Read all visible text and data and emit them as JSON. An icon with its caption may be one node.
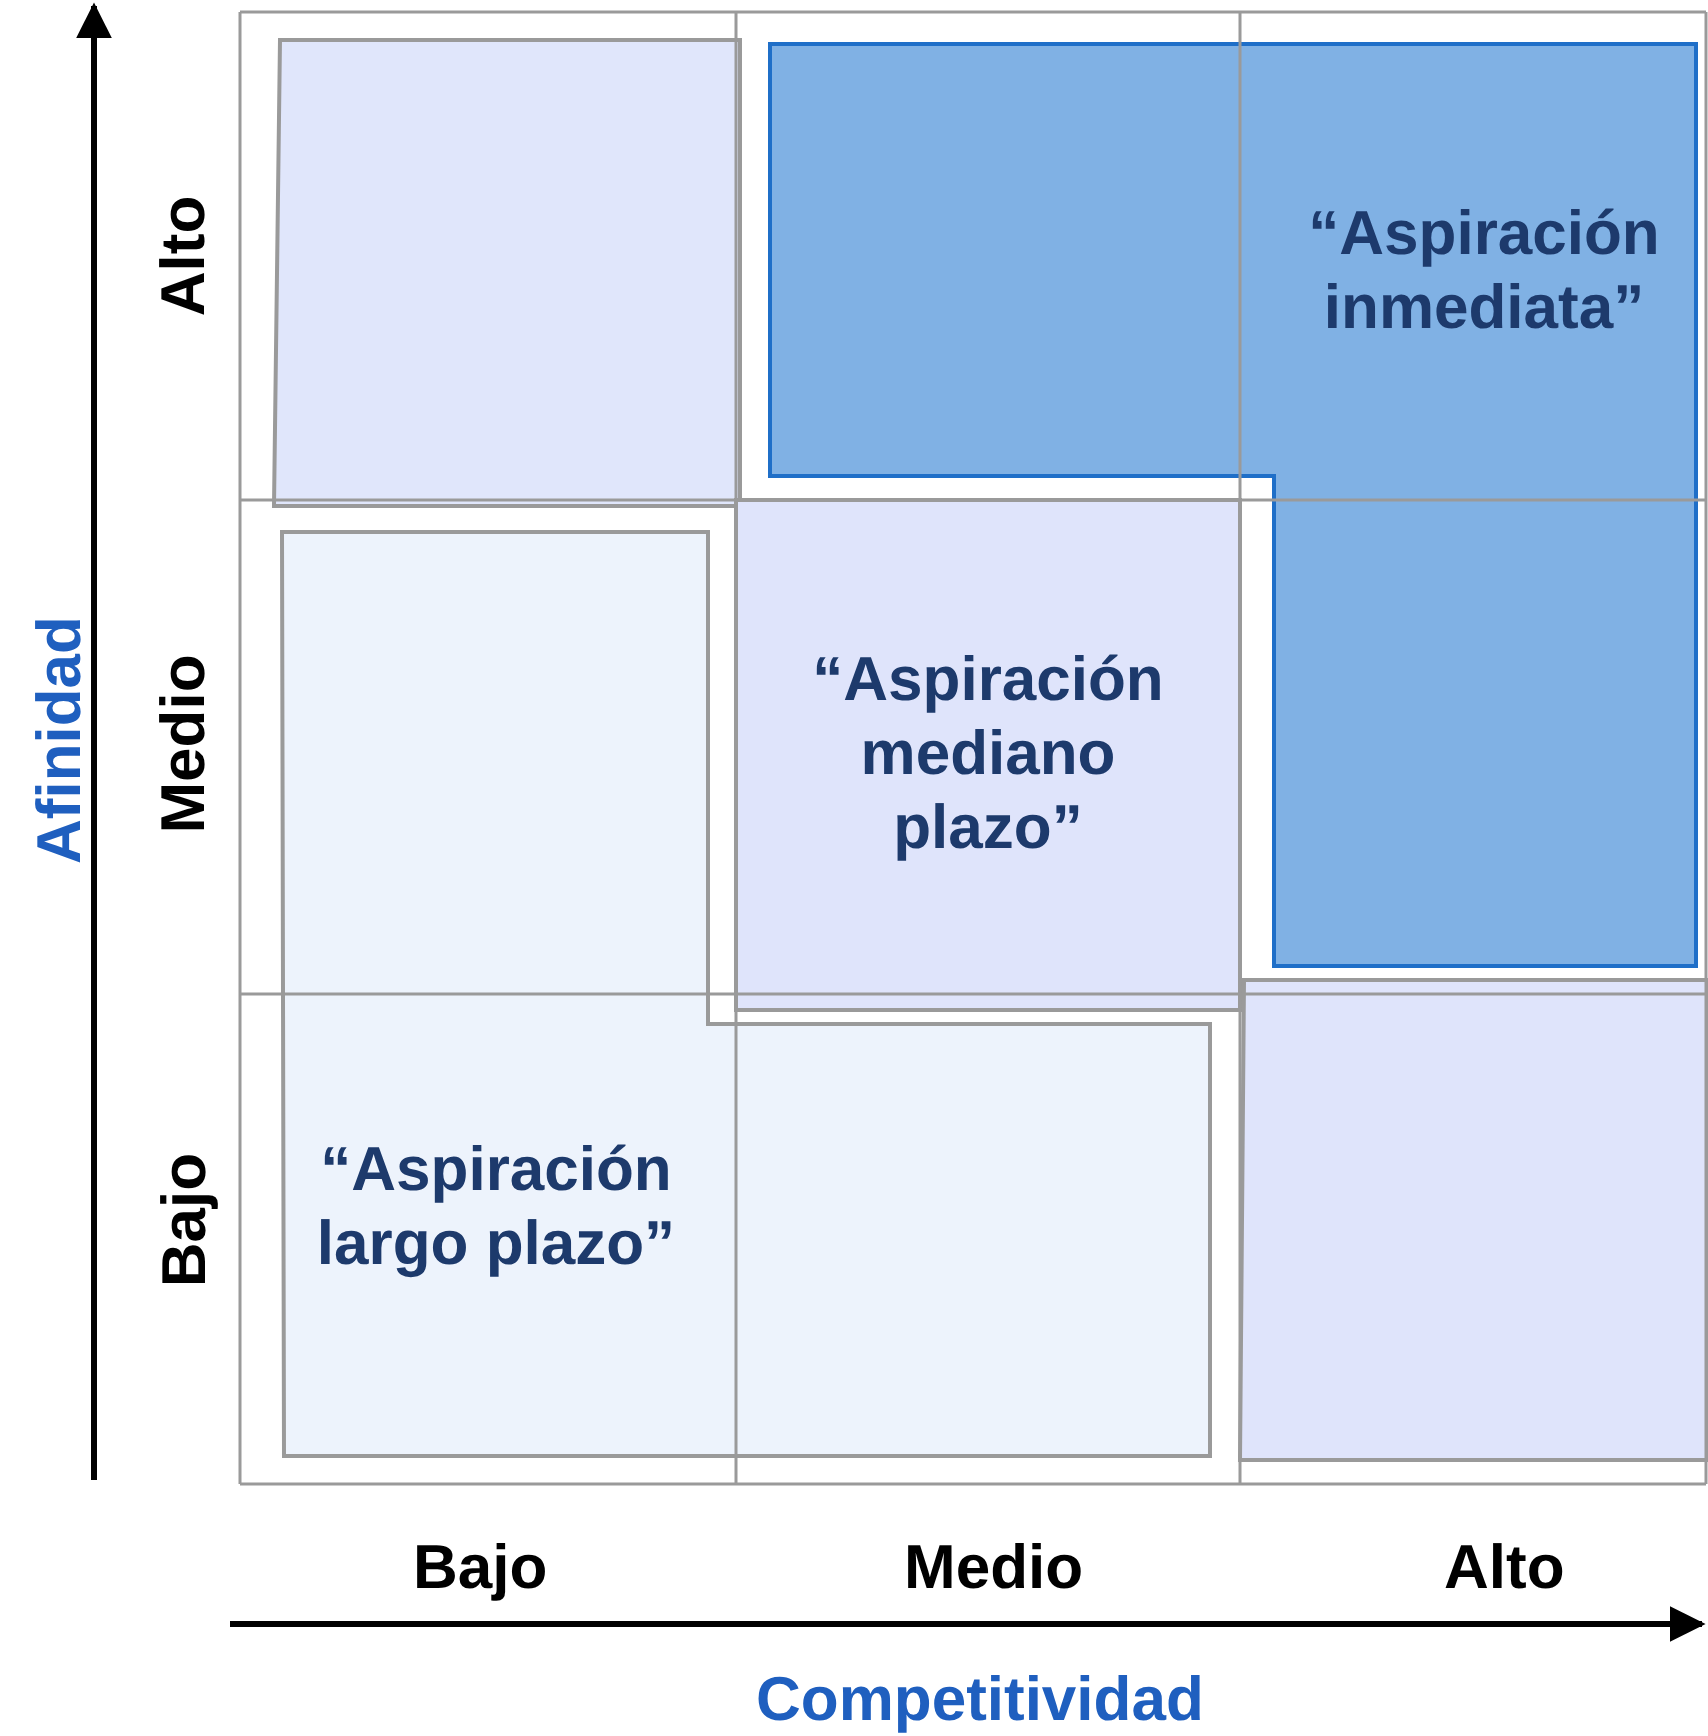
{
  "diagram": {
    "nodes": [
      {
        "text": [],
        "shape": "box"
      },
      {
        "text": [
          "“Aspiración inmediata”"
        ]
      },
      {
        "text": [
          "“Aspiración mediano plazo”"
        ]
      },
      {
        "text": [
          "“Aspiración largo plazo”"
        ]
      },
      {
        "text": [],
        "shape": "box"
      }
    ],
    "labels": [
      "Afinidad",
      "Alto",
      "Medio",
      "Bajo",
      "Bajo",
      "Medio",
      "Alto",
      "Competitividad"
    ]
  }
}
